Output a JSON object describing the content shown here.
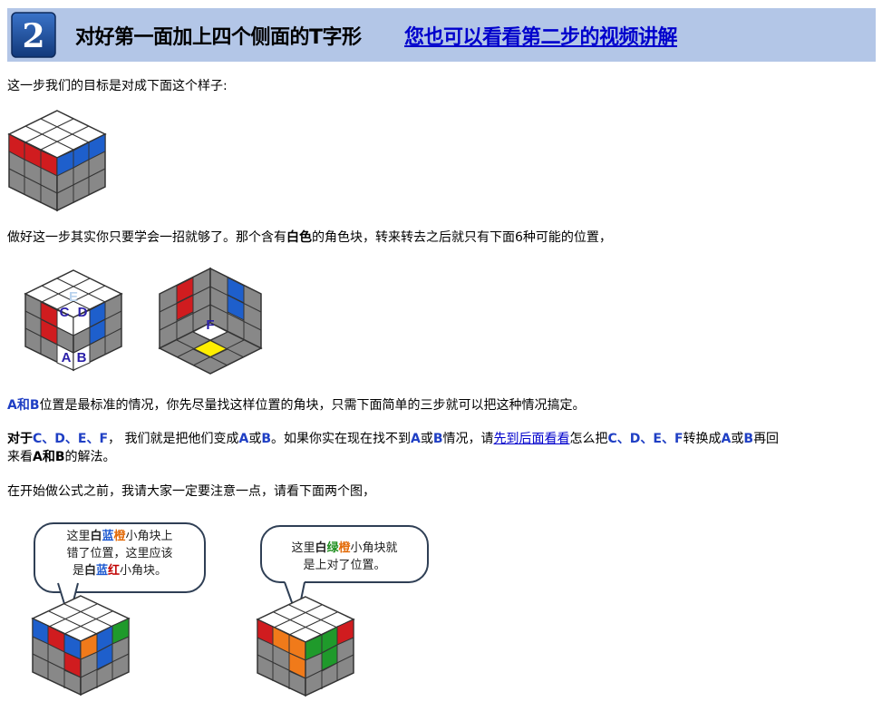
{
  "header": {
    "step_number": "2",
    "title": "对好第一面加上四个侧面的T字形",
    "video_link": "您也可以看看第二步的视频讲解"
  },
  "para1": "这一步我们的目标是对成下面这个样子:",
  "para2": {
    "part1": "做好这一步其实你只要学会一招就够了。那个含有",
    "bold": "白色",
    "part2": "的角色块，转来转去之后就只有下面6种可能的位置，"
  },
  "cube_labels": {
    "a": "A",
    "b": "B",
    "c": "C",
    "d": "D",
    "e": "E",
    "f": "F"
  },
  "para3": {
    "ab": "A和B",
    "rest": "位置是最标准的情况，你先尽量找这样位置的角块，只需下面简单的三步就可以把这种情况搞定。"
  },
  "para4": {
    "duiyu": "对于",
    "cdef": "C、D、E、F",
    "t1": "， 我们就是把他们变成",
    "a": "A",
    "or1": "或",
    "b": "B",
    "t2": "。如果你实在现在找不到",
    "a2": "A",
    "or2": "或",
    "b2": "B",
    "t3": "情况，请",
    "link": "先到后面看看",
    "t4": "怎么把",
    "cdef2": "C、D、E、F",
    "t5": "转换成",
    "a3": "A",
    "or3": "或",
    "b3": "B",
    "t6": "再回",
    "line2_t1": "来看",
    "ab2": "A和B",
    "line2_t2": "的解法。"
  },
  "para5": "在开始做公式之前，我请大家一定要注意一点，请看下面两个图，",
  "bubble_left": {
    "l1a": "这里",
    "l1w": "白",
    "l1b": "蓝",
    "l1o": "橙",
    "l1c": "小角块上",
    "l2": "错了位置，这里应该",
    "l3a": "是",
    "l3w": "白",
    "l3b": "蓝",
    "l3r": "红",
    "l3c": "小角块。"
  },
  "bubble_right": {
    "l1a": "这里",
    "l1w": "白",
    "l1g": "绿",
    "l1o": "橙",
    "l1c": "小角块就",
    "l2": "是上对了位置。"
  },
  "colors": {
    "header_bg": "#b3c6e7",
    "badge": "#1f4e9c",
    "red": "#d01c1f",
    "blue": "#1e5fcc",
    "gray": "#8c8c8c",
    "orange": "#f07a1a",
    "green": "#1f9a2b",
    "yellow": "#ffee00",
    "label": "#2a1fa8"
  }
}
